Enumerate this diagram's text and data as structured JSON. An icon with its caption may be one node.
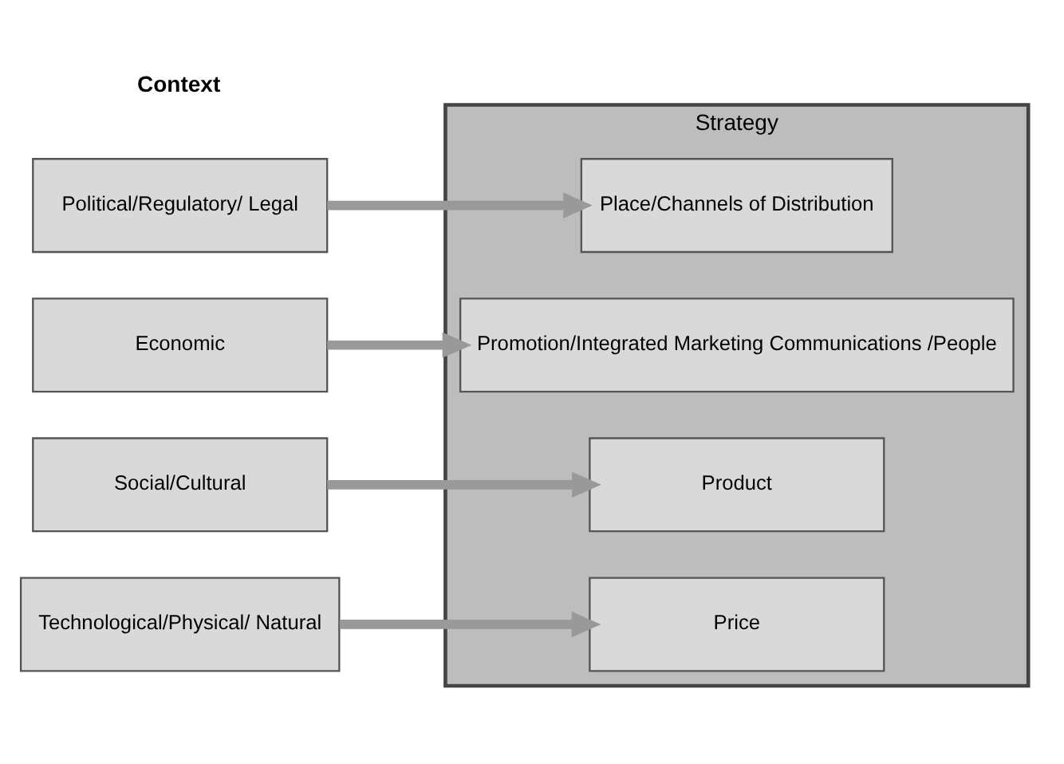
{
  "diagram": {
    "nodes": [
      {
        "text": [
          "Strategy"
        ]
      },
      {
        "text": [
          "Political/Regulatory/ Legal"
        ]
      },
      {
        "text": [
          "Economic"
        ]
      },
      {
        "text": [
          "Social/Cultural"
        ]
      },
      {
        "text": [
          "Technological/Physical/ Natural"
        ]
      },
      {
        "text": [
          "Place/Channels of Distribution"
        ],
        "in": 0
      },
      {
        "text": [
          "Promotion/Integrated Marketing Communications /People"
        ],
        "in": 0
      },
      {
        "text": [
          "Product"
        ],
        "in": 0
      },
      {
        "text": [
          "Price"
        ],
        "in": 0
      }
    ],
    "edges": [
      {
        "from": 1,
        "to": 5,
        "arrow": "to"
      },
      {
        "from": 2,
        "to": 6,
        "arrow": "to"
      },
      {
        "from": 3,
        "to": 7,
        "arrow": "to"
      },
      {
        "from": 4,
        "to": 8,
        "arrow": "to"
      }
    ],
    "labels": [
      "Context"
    ]
  }
}
